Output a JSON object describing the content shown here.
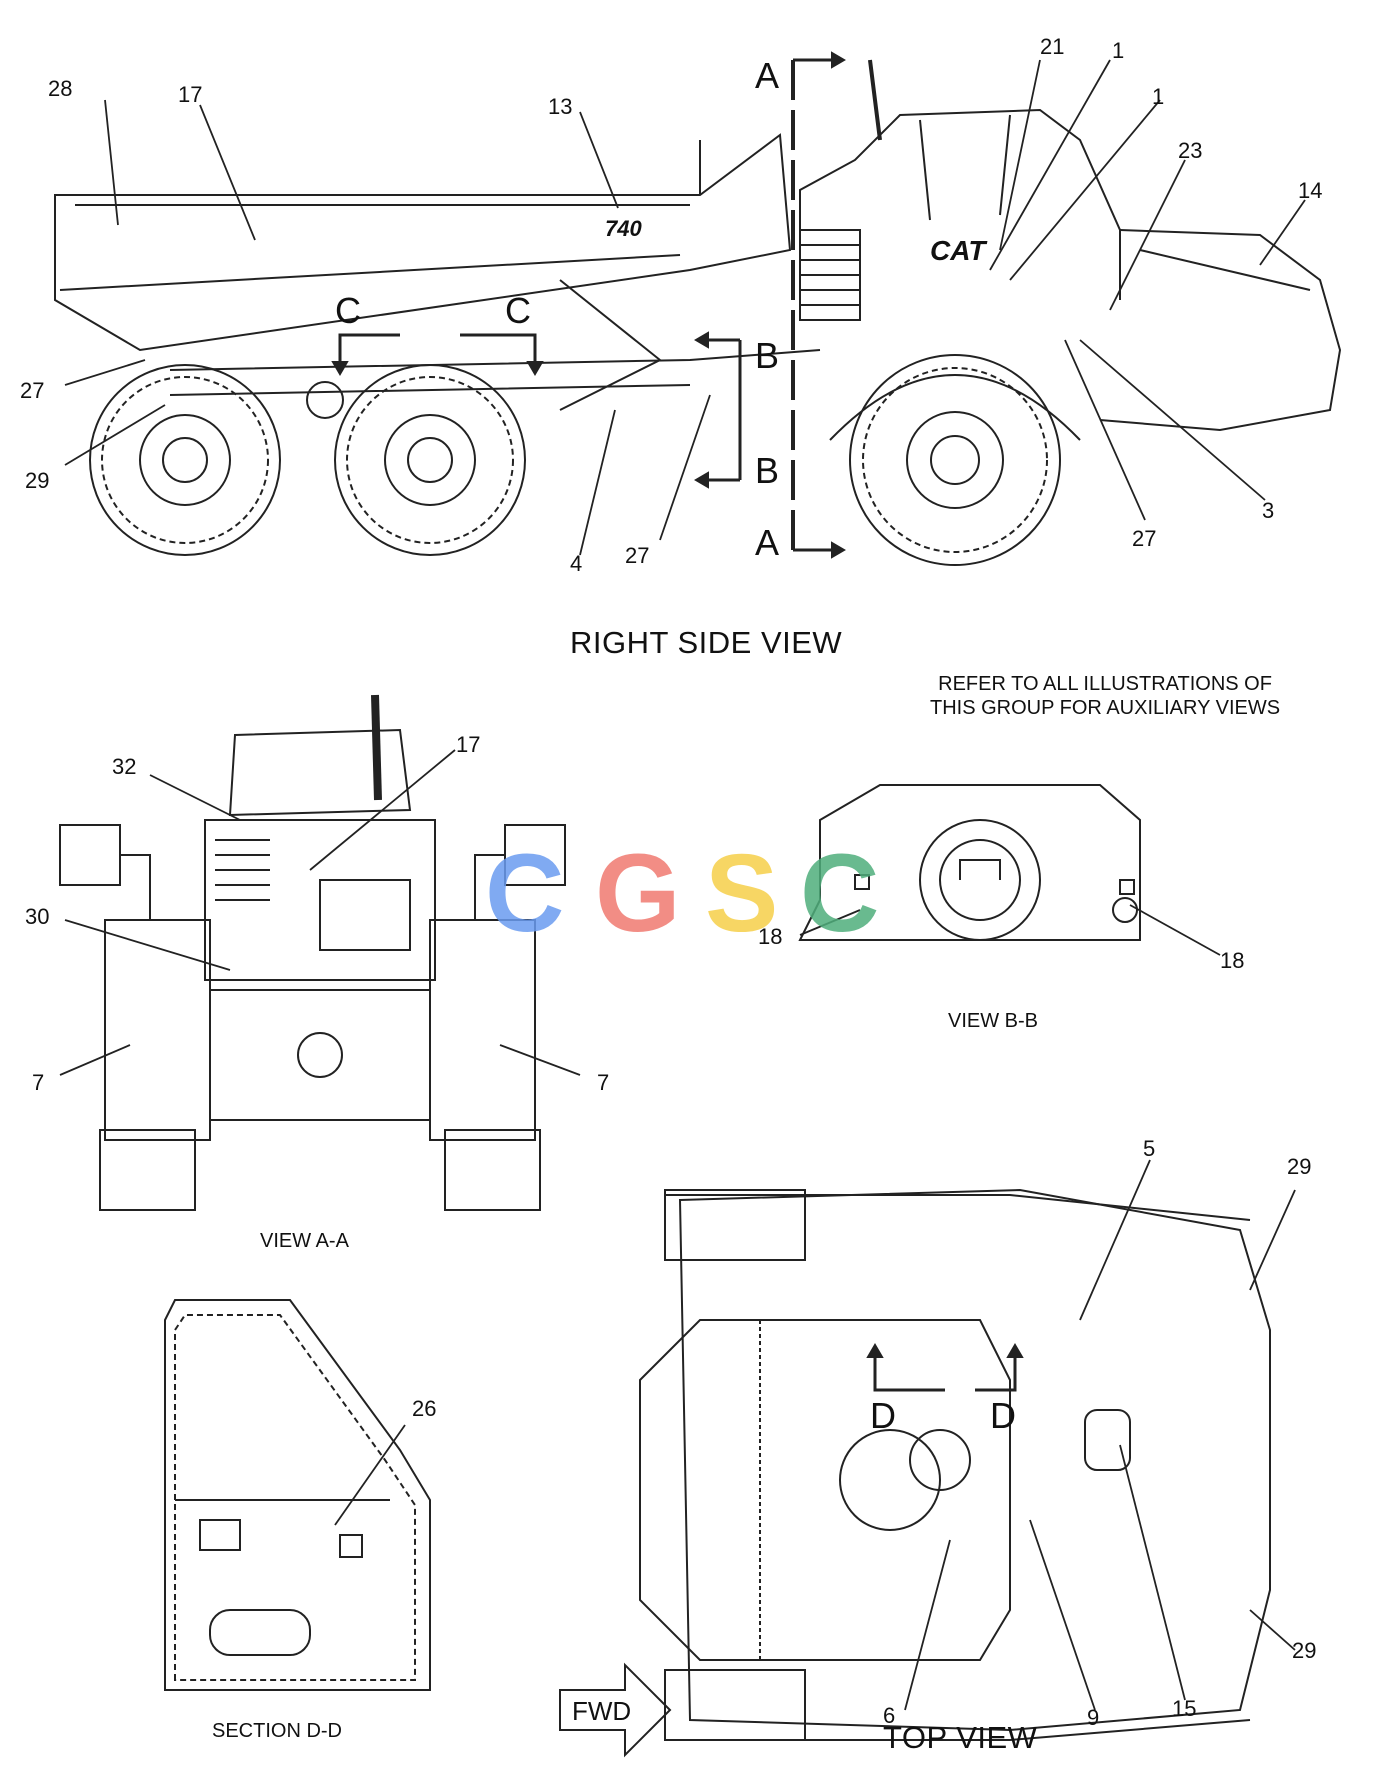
{
  "views": {
    "right_side": "RIGHT SIDE VIEW",
    "view_aa": "VIEW A-A",
    "view_bb": "VIEW B-B",
    "section_dd": "SECTION D-D",
    "top_view": "TOP VIEW"
  },
  "note": {
    "line1": "REFER TO ALL ILLUSTRATIONS OF",
    "line2": "THIS GROUP FOR AUXILIARY VIEWS"
  },
  "fwd": "FWD",
  "model_badge": "740",
  "brand_badge": "CAT",
  "watermark": [
    "C",
    "G",
    "S",
    "C"
  ],
  "section_letters": {
    "a": "A",
    "b": "B",
    "c": "C",
    "d": "D"
  },
  "callouts": {
    "rs": [
      "28",
      "17",
      "13",
      "21",
      "1",
      "1",
      "23",
      "14",
      "27",
      "29",
      "4",
      "27",
      "27",
      "3"
    ],
    "aa": [
      "32",
      "17",
      "30",
      "7",
      "7"
    ],
    "bb": [
      "18",
      "18"
    ],
    "dd": [
      "26"
    ],
    "top": [
      "5",
      "29",
      "29",
      "6",
      "9",
      "15"
    ]
  }
}
